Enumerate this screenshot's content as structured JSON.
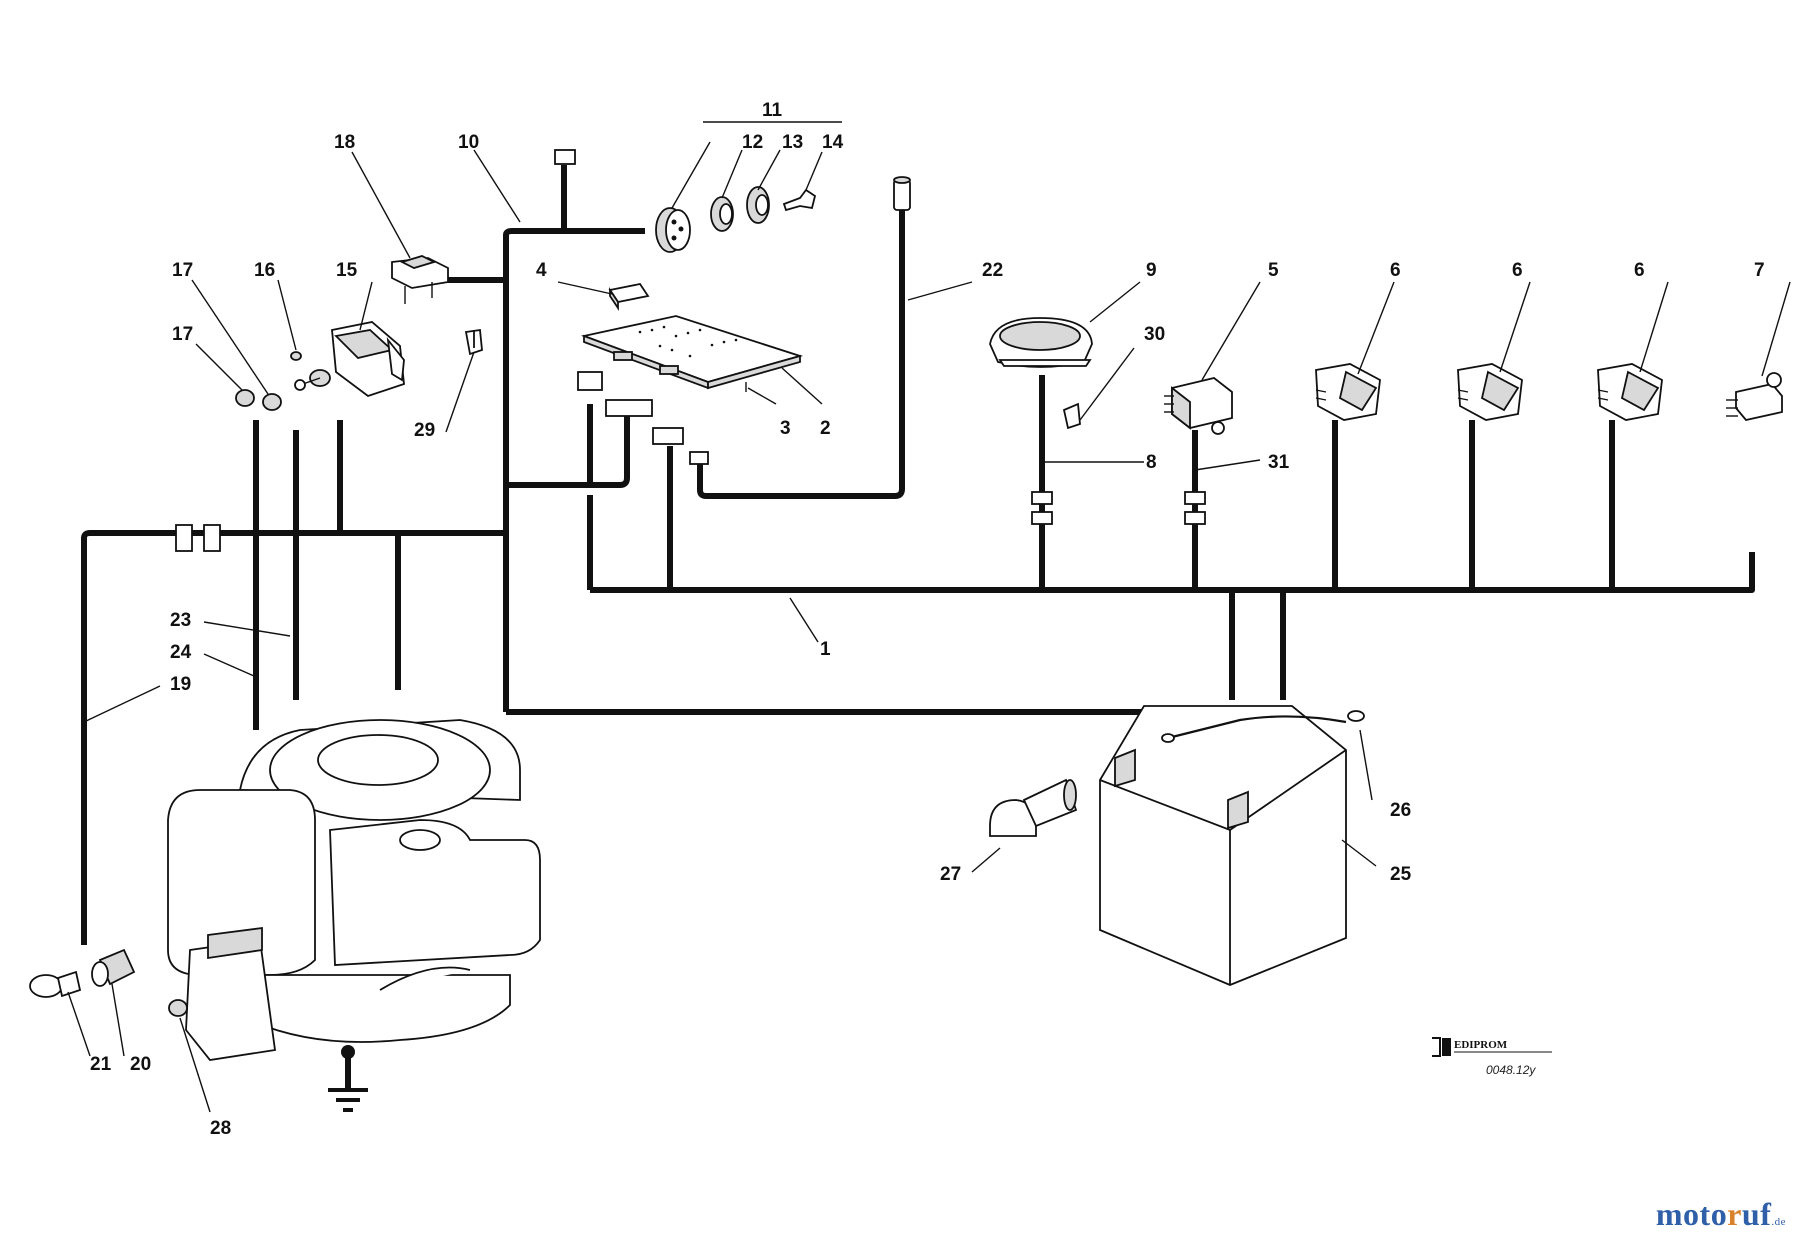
{
  "callouts": [
    "1",
    "2",
    "3",
    "4",
    "5",
    "6",
    "6",
    "6",
    "7",
    "8",
    "9",
    "10",
    "11",
    "12",
    "13",
    "14",
    "15",
    "16",
    "17",
    "17",
    "18",
    "19",
    "20",
    "21",
    "22",
    "23",
    "24",
    "25",
    "26",
    "27",
    "28",
    "29",
    "30",
    "31"
  ],
  "stamp": {
    "brand": "EDIPROM",
    "code": "0048.12y"
  },
  "watermark": {
    "main_a": "moto",
    "main_b": "r",
    "main_c": "uf",
    "suffix": ".de"
  },
  "colors": {
    "line": "#111111",
    "watermark_blue": "#2e5fa8",
    "watermark_orange": "#d9822b"
  }
}
